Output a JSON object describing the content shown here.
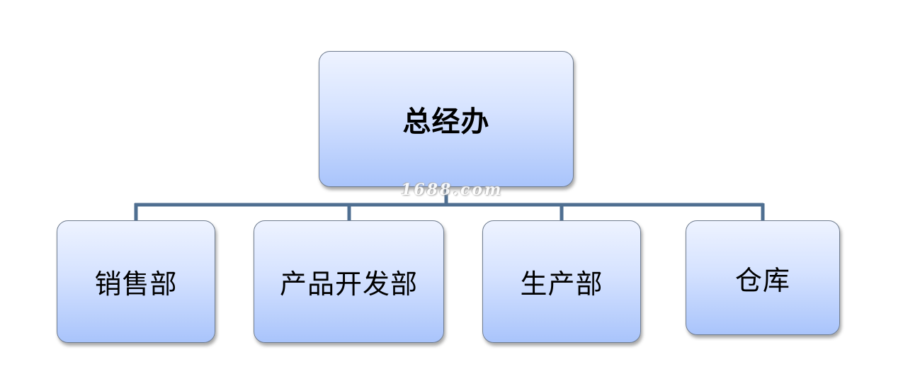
{
  "diagram": {
    "root": {
      "label": "总经办"
    },
    "children": [
      {
        "label": "销售部"
      },
      {
        "label": "产品开发部"
      },
      {
        "label": "生产部"
      },
      {
        "label": "仓库"
      }
    ],
    "colors": {
      "node_fill_top": "#eef3ff",
      "node_fill_bottom": "#a9c4fb",
      "node_border": "#6f7c8f",
      "connector": "#4f6f91"
    }
  },
  "watermark": "1688.com"
}
